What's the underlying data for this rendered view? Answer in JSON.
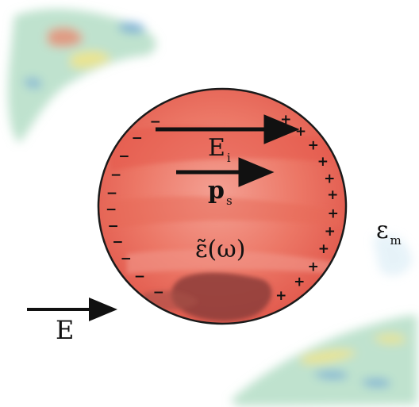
{
  "labels": {
    "internal_field": {
      "main": "E",
      "sub": "i"
    },
    "dipole": {
      "main": "p",
      "sub": "s"
    },
    "permittivity": "ε̃(ω)",
    "medium": {
      "main": "ε",
      "sub": "m"
    },
    "applied_field": "E"
  },
  "charges": {
    "negative": "−",
    "positive": "+"
  },
  "colors": {
    "sphere_fill": "#ea6a58",
    "sphere_light": "#f4a194",
    "sphere_shadow": "#8c3d3a",
    "outline": "#1a1a1a",
    "wash_green": "#8fc9a6",
    "wash_yellow": "#efe48a",
    "wash_blue": "#6aa2d6",
    "wash_red": "#e88a70"
  }
}
